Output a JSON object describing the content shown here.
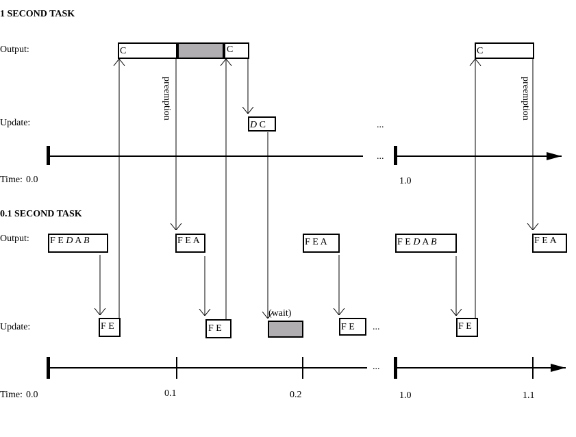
{
  "sections": [
    {
      "title": "1 SECOND TASK",
      "output_label": "Output:",
      "update_label": "Update:",
      "time_label": "Time:",
      "output_boxes": [
        "C",
        "",
        "C",
        "C"
      ],
      "update_boxes": [
        {
          "italic": "D",
          "rest": " C"
        }
      ],
      "annotations": [
        "preemption",
        "preemption"
      ],
      "ellipses": [
        "...",
        "..."
      ],
      "ticks": [
        "0.0",
        "1.0"
      ]
    },
    {
      "title": "0.1 SECOND TASK",
      "output_label": "Output:",
      "update_label": "Update:",
      "time_label": "Time:",
      "output_boxes": [
        {
          "a": "F E ",
          "i1": "D",
          "b": " A ",
          "i2": "B"
        },
        {
          "a": "F E A",
          "i1": "",
          "b": "",
          "i2": ""
        },
        {
          "a": "F E A",
          "i1": "",
          "b": "",
          "i2": ""
        },
        {
          "a": "F E ",
          "i1": "D",
          "b": " A ",
          "i2": "B"
        },
        {
          "a": "F E A",
          "i1": "",
          "b": "",
          "i2": ""
        }
      ],
      "update_boxes": [
        "F E",
        "F E",
        "F E",
        "F E"
      ],
      "wait_label": "(wait)",
      "ellipses": [
        "...",
        "..."
      ],
      "ticks": [
        "0.0",
        "0.1",
        "0.2",
        "1.0",
        "1.1"
      ]
    }
  ]
}
